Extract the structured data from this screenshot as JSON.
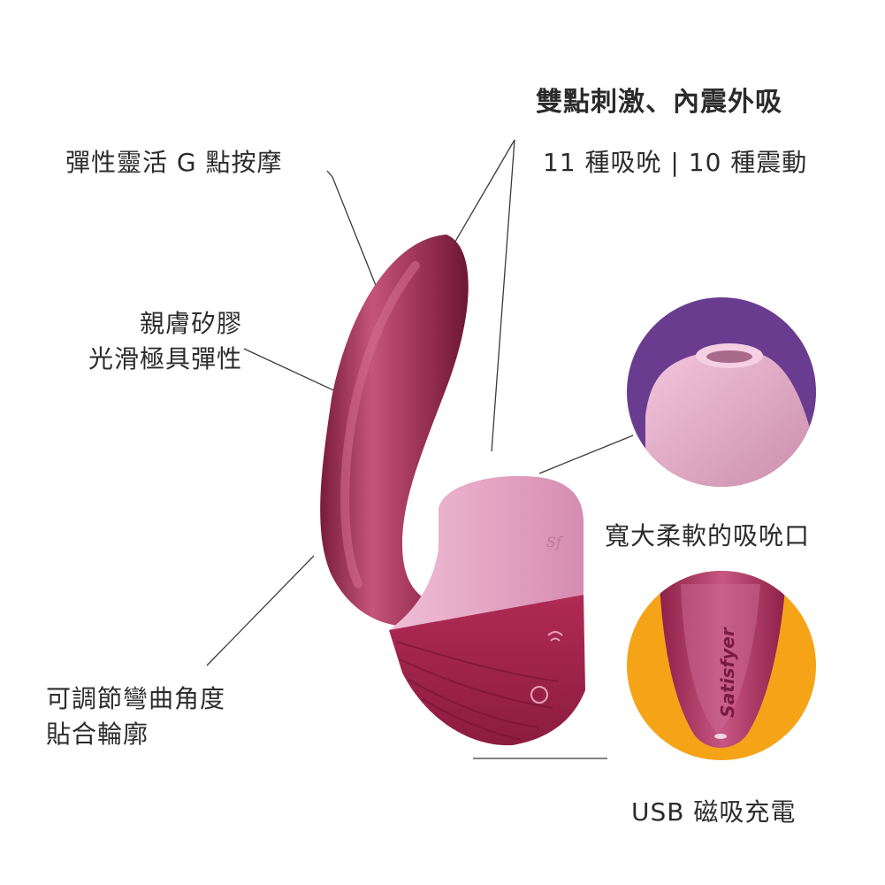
{
  "headline": {
    "title": "雙點刺激、內震外吸",
    "subtitle": "11 種吸吮 | 10 種震動"
  },
  "callouts": {
    "g_spot": "彈性靈活 G 點按摩",
    "silicone": [
      "親膚矽膠",
      "光滑極具彈性"
    ],
    "angle": [
      "可調節彎曲角度",
      "貼合輪廓"
    ],
    "suction_mouth": "寬大柔軟的吸吮口",
    "charging": "USB 磁吸充電"
  },
  "product": {
    "logo_mark": "Sf",
    "brand_text": "Satisfyer"
  },
  "colors": {
    "body_main": "#a63a5e",
    "body_dark": "#7d1f3f",
    "head_pink": "#e6aac8",
    "purple_bg": "#6a3c8f",
    "orange_bg": "#f5a418",
    "line": "#3a3a3a"
  }
}
